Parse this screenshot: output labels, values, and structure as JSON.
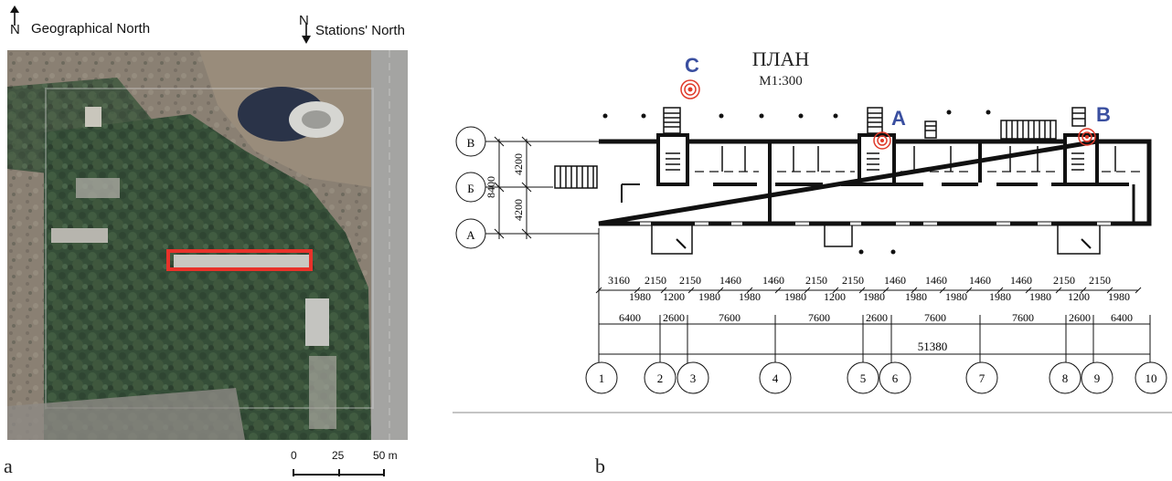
{
  "panel_a": {
    "label": "a",
    "geo_north": {
      "letter": "N",
      "text": "Geographical North"
    },
    "station_north": {
      "letter": "N",
      "text": "Stations' North"
    },
    "scale_bar": {
      "ticks": [
        "0",
        "25",
        "50 m"
      ]
    }
  },
  "panel_b": {
    "label": "b",
    "title": "ПЛАН",
    "scale": "M1:300",
    "markers": [
      {
        "id": "A",
        "color": "#3a4fa0"
      },
      {
        "id": "B",
        "color": "#3a4fa0"
      },
      {
        "id": "C",
        "color": "#3a4fa0"
      }
    ],
    "row_axes": [
      "В",
      "Б",
      "А"
    ],
    "row_dims": [
      "4200",
      "4200",
      "8400"
    ],
    "column_axes": [
      "1",
      "2",
      "3",
      "4",
      "5",
      "6",
      "7",
      "8",
      "9",
      "10"
    ],
    "dims_row1_top": [
      "3160",
      "2150",
      "2150",
      "1460",
      "1460",
      "2150",
      "2150",
      "1460",
      "1460",
      "1460",
      "1460",
      "2150",
      "2150"
    ],
    "dims_row1_bottom": [
      "1980",
      "1200",
      "1980",
      "1980",
      "1980",
      "1200",
      "1980",
      "1980",
      "1980",
      "1980",
      "1980",
      "1200",
      "1980"
    ],
    "dims_row2": [
      "6400",
      "2600",
      "7600",
      "7600",
      "2600",
      "7600",
      "7600",
      "2600",
      "6400"
    ],
    "total_length": "51380"
  },
  "colors": {
    "highlight": "#e8322a",
    "marker": "#3a4fa0",
    "target": "#e03a2a"
  }
}
